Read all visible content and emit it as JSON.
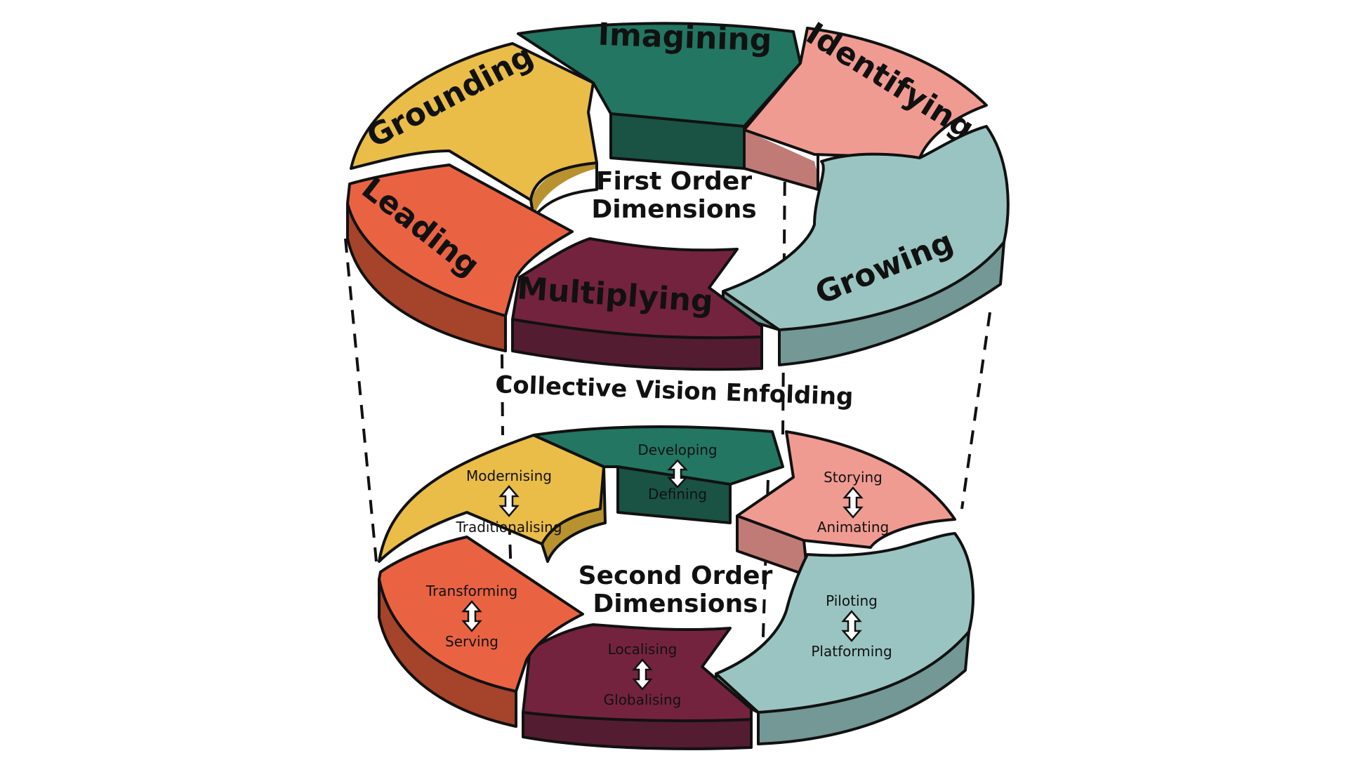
{
  "colors": {
    "grounding": "#e9bd48",
    "grounding_side": "#b7922f",
    "imagining": "#227662",
    "imagining_side": "#1a5244",
    "identifying": "#f09b92",
    "identifying_side": "#c17b76",
    "growing": "#9ac4c1",
    "growing_side": "#739895",
    "multiplying": "#74233f",
    "multiplying_side": "#531c31",
    "leading": "#e96343",
    "leading_side": "#a6432b",
    "outline": "#111111"
  },
  "first_order": {
    "center_line1": "First Order",
    "center_line2": "Dimensions",
    "segments": [
      {
        "key": "grounding",
        "label": "Grounding"
      },
      {
        "key": "imagining",
        "label": "Imagining"
      },
      {
        "key": "identifying",
        "label": "Identifying"
      },
      {
        "key": "growing",
        "label": "Growing"
      },
      {
        "key": "multiplying",
        "label": "Multiplying"
      },
      {
        "key": "leading",
        "label": "Leading"
      }
    ]
  },
  "middle_label": "Collective Vision Enfolding",
  "second_order": {
    "center_line1": "Second Order",
    "center_line2": "Dimensions",
    "segments": [
      {
        "key": "grounding",
        "top": "Modernising",
        "bottom": "Traditionalising"
      },
      {
        "key": "imagining",
        "top": "Developing",
        "bottom": "Defining"
      },
      {
        "key": "identifying",
        "top": "Storying",
        "bottom": "Animating"
      },
      {
        "key": "growing",
        "top": "Piloting",
        "bottom": "Platforming"
      },
      {
        "key": "multiplying",
        "top": "Localising",
        "bottom": "Globalising"
      },
      {
        "key": "leading",
        "top": "Transforming",
        "bottom": "Serving"
      }
    ]
  }
}
